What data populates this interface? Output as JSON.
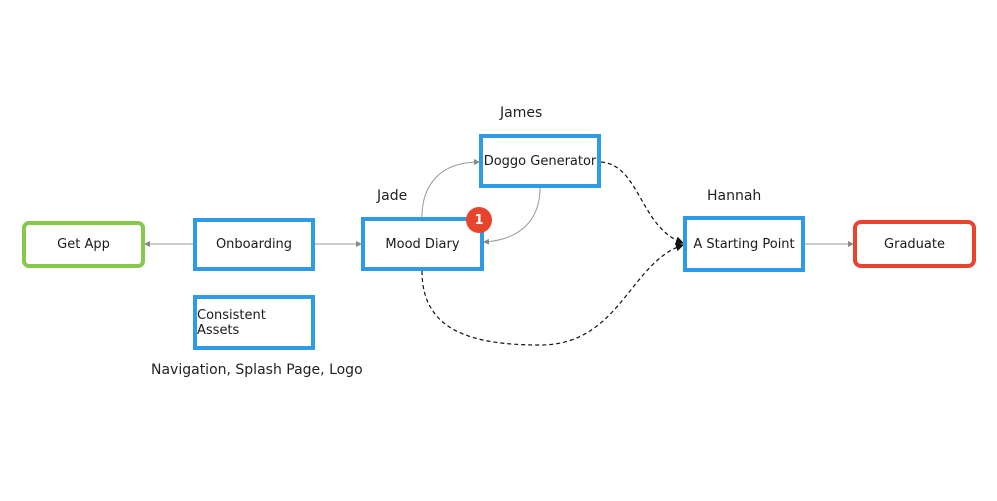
{
  "colors": {
    "task_border": "#2f9be6",
    "start_border": "#86c84a",
    "end_border": "#e8432c",
    "badge_fill": "#e8432c",
    "edge_line": "#999999",
    "dashed_line": "#111111"
  },
  "nodes": {
    "get_app": "Get App",
    "onboarding": "Onboarding",
    "consistent_assets": "Consistent Assets",
    "mood_diary": "Mood Diary",
    "doggo_generator": "Doggo Generator",
    "starting_point": "A Starting Point",
    "graduate": "Graduate"
  },
  "labels": {
    "james": "James",
    "jade": "Jade",
    "hannah": "Hannah",
    "assets_note": "Navigation, Splash Page, Logo"
  },
  "badge": {
    "count": "1"
  }
}
